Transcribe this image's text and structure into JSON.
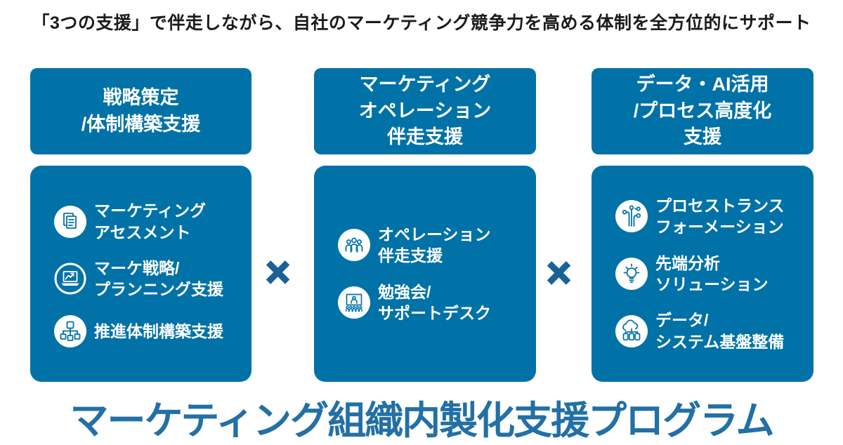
{
  "page": {
    "top_title": "「3つの支援」で伴走しながら、自社のマーケティング競争力を高める体制を全方位的にサポート",
    "bottom_title": "マーケティング組織内製化支援プログラム",
    "multiply_symbol": "×"
  },
  "colors": {
    "box_blue": "#0072A7",
    "bottom_title_blue": "#2270A5",
    "cross_blue": "#1A6296",
    "top_title_black": "#1B1B1B",
    "item_text_white": "#FFFFFF"
  },
  "columns": [
    {
      "header": "戦略策定\n/体制構築支援",
      "items": [
        {
          "icon": "document-icon",
          "label": "マーケティング\nアセスメント"
        },
        {
          "icon": "laptop-chart-icon",
          "label": "マーケ戦略/\nプランニング支援"
        },
        {
          "icon": "org-chart-icon",
          "label": "推進体制構築支援"
        }
      ]
    },
    {
      "header": "マーケティング\nオペレーション\n伴走支援",
      "items": [
        {
          "icon": "people-group-icon",
          "label": "オペレーション\n伴走支援"
        },
        {
          "icon": "seminar-board-icon",
          "label": "勉強会/\nサポートデスク"
        }
      ]
    },
    {
      "header": "データ・AI活用\n/プロセス高度化\n支援",
      "items": [
        {
          "icon": "circuit-icon",
          "label": "プロセストランス\nフォーメーション"
        },
        {
          "icon": "lightbulb-icon",
          "label": "先端分析\nソリューション"
        },
        {
          "icon": "cloud-database-icon",
          "label": "データ/\nシステム基盤整備"
        }
      ]
    }
  ]
}
